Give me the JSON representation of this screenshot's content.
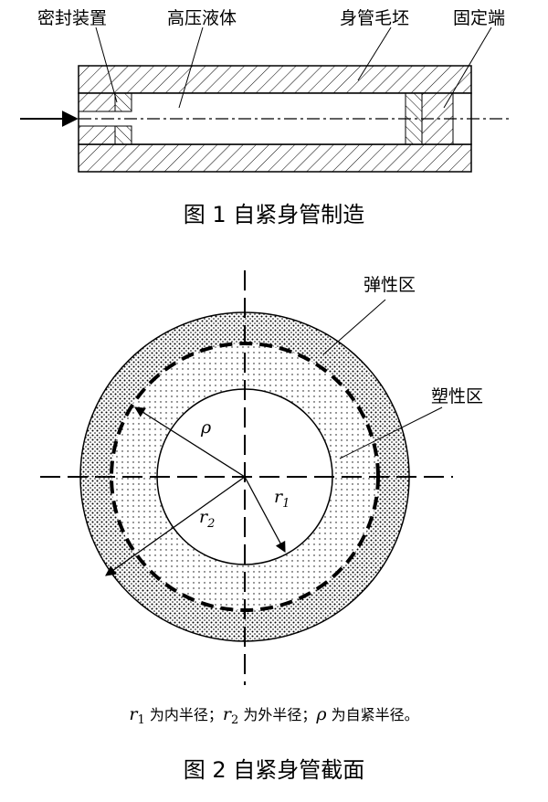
{
  "fig1": {
    "labels": {
      "seal": "密封装置",
      "fluid": "高压液体",
      "blank": "身管毛坯",
      "fixed": "固定端"
    },
    "caption": "图 1  自紧身管制造"
  },
  "fig2": {
    "labels": {
      "elastic": "弹性区",
      "plastic": "塑性区"
    },
    "symbols": {
      "rho": "ρ",
      "r": "r",
      "r1_sub": "1",
      "r2_sub": "2"
    },
    "note": {
      "r1_sym": "r",
      "r1_sub": "1",
      "part1": " 为内半径；",
      "r2_sym": "r",
      "r2_sub": "2",
      "part2": " 为外半径；",
      "rho_sym": "ρ",
      "part3": " 为自紧半径。"
    },
    "caption": "图 2  自紧身管截面"
  }
}
